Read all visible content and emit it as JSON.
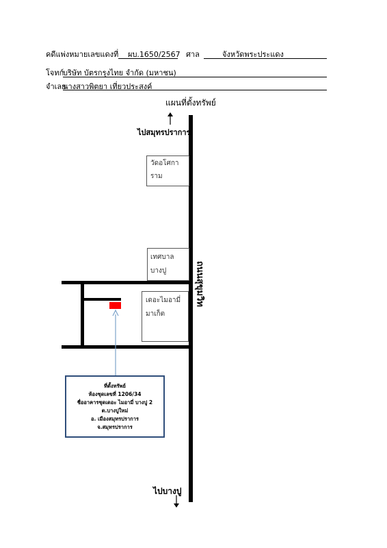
{
  "header": {
    "case_label": "คดีแพ่งหมายเลขแดงที่",
    "case_number": "ผบ.1650/2567",
    "court_label": "ศาล",
    "court_name": "จังหวัดพระประแดง",
    "plaintiff_label": "โจทก์",
    "plaintiff_name": "บริษัท บัตรกรุงไทย จำกัด (มหาชน)",
    "defendant_label": "จำเลย",
    "defendant_name": "นางสาวพิตยา  เที่ยวประสงค์"
  },
  "map": {
    "title": "แผนที่ตั้งทรัพย์",
    "north_label": "ไปสมุทรปราการ",
    "south_label": "ไปบางปู",
    "road_name": "ถนนสุขุมวิท",
    "landmarks": [
      {
        "lines": [
          "วัดอโศกา",
          "ราม"
        ]
      },
      {
        "lines": [
          "เทศบาล",
          "บางปู"
        ]
      },
      {
        "lines": [
          "เดอะไมอามี่",
          "มาเก็ต"
        ]
      }
    ]
  },
  "property": {
    "lines": [
      "ที่ตั้งทรัพย์",
      "ห้องชุดเลขที่ 1206/34",
      "ชื่ออาคารชุดเดอะ ไมอามี่ บางปู 2",
      "ต.บางปูใหม่",
      "อ. เมืองสมุทรปราการ",
      "จ.สมุทรปราการ"
    ]
  },
  "colors": {
    "marker": "#ff0000",
    "pointer": "#7ba2c9",
    "box_border": "#2e4d7a"
  }
}
